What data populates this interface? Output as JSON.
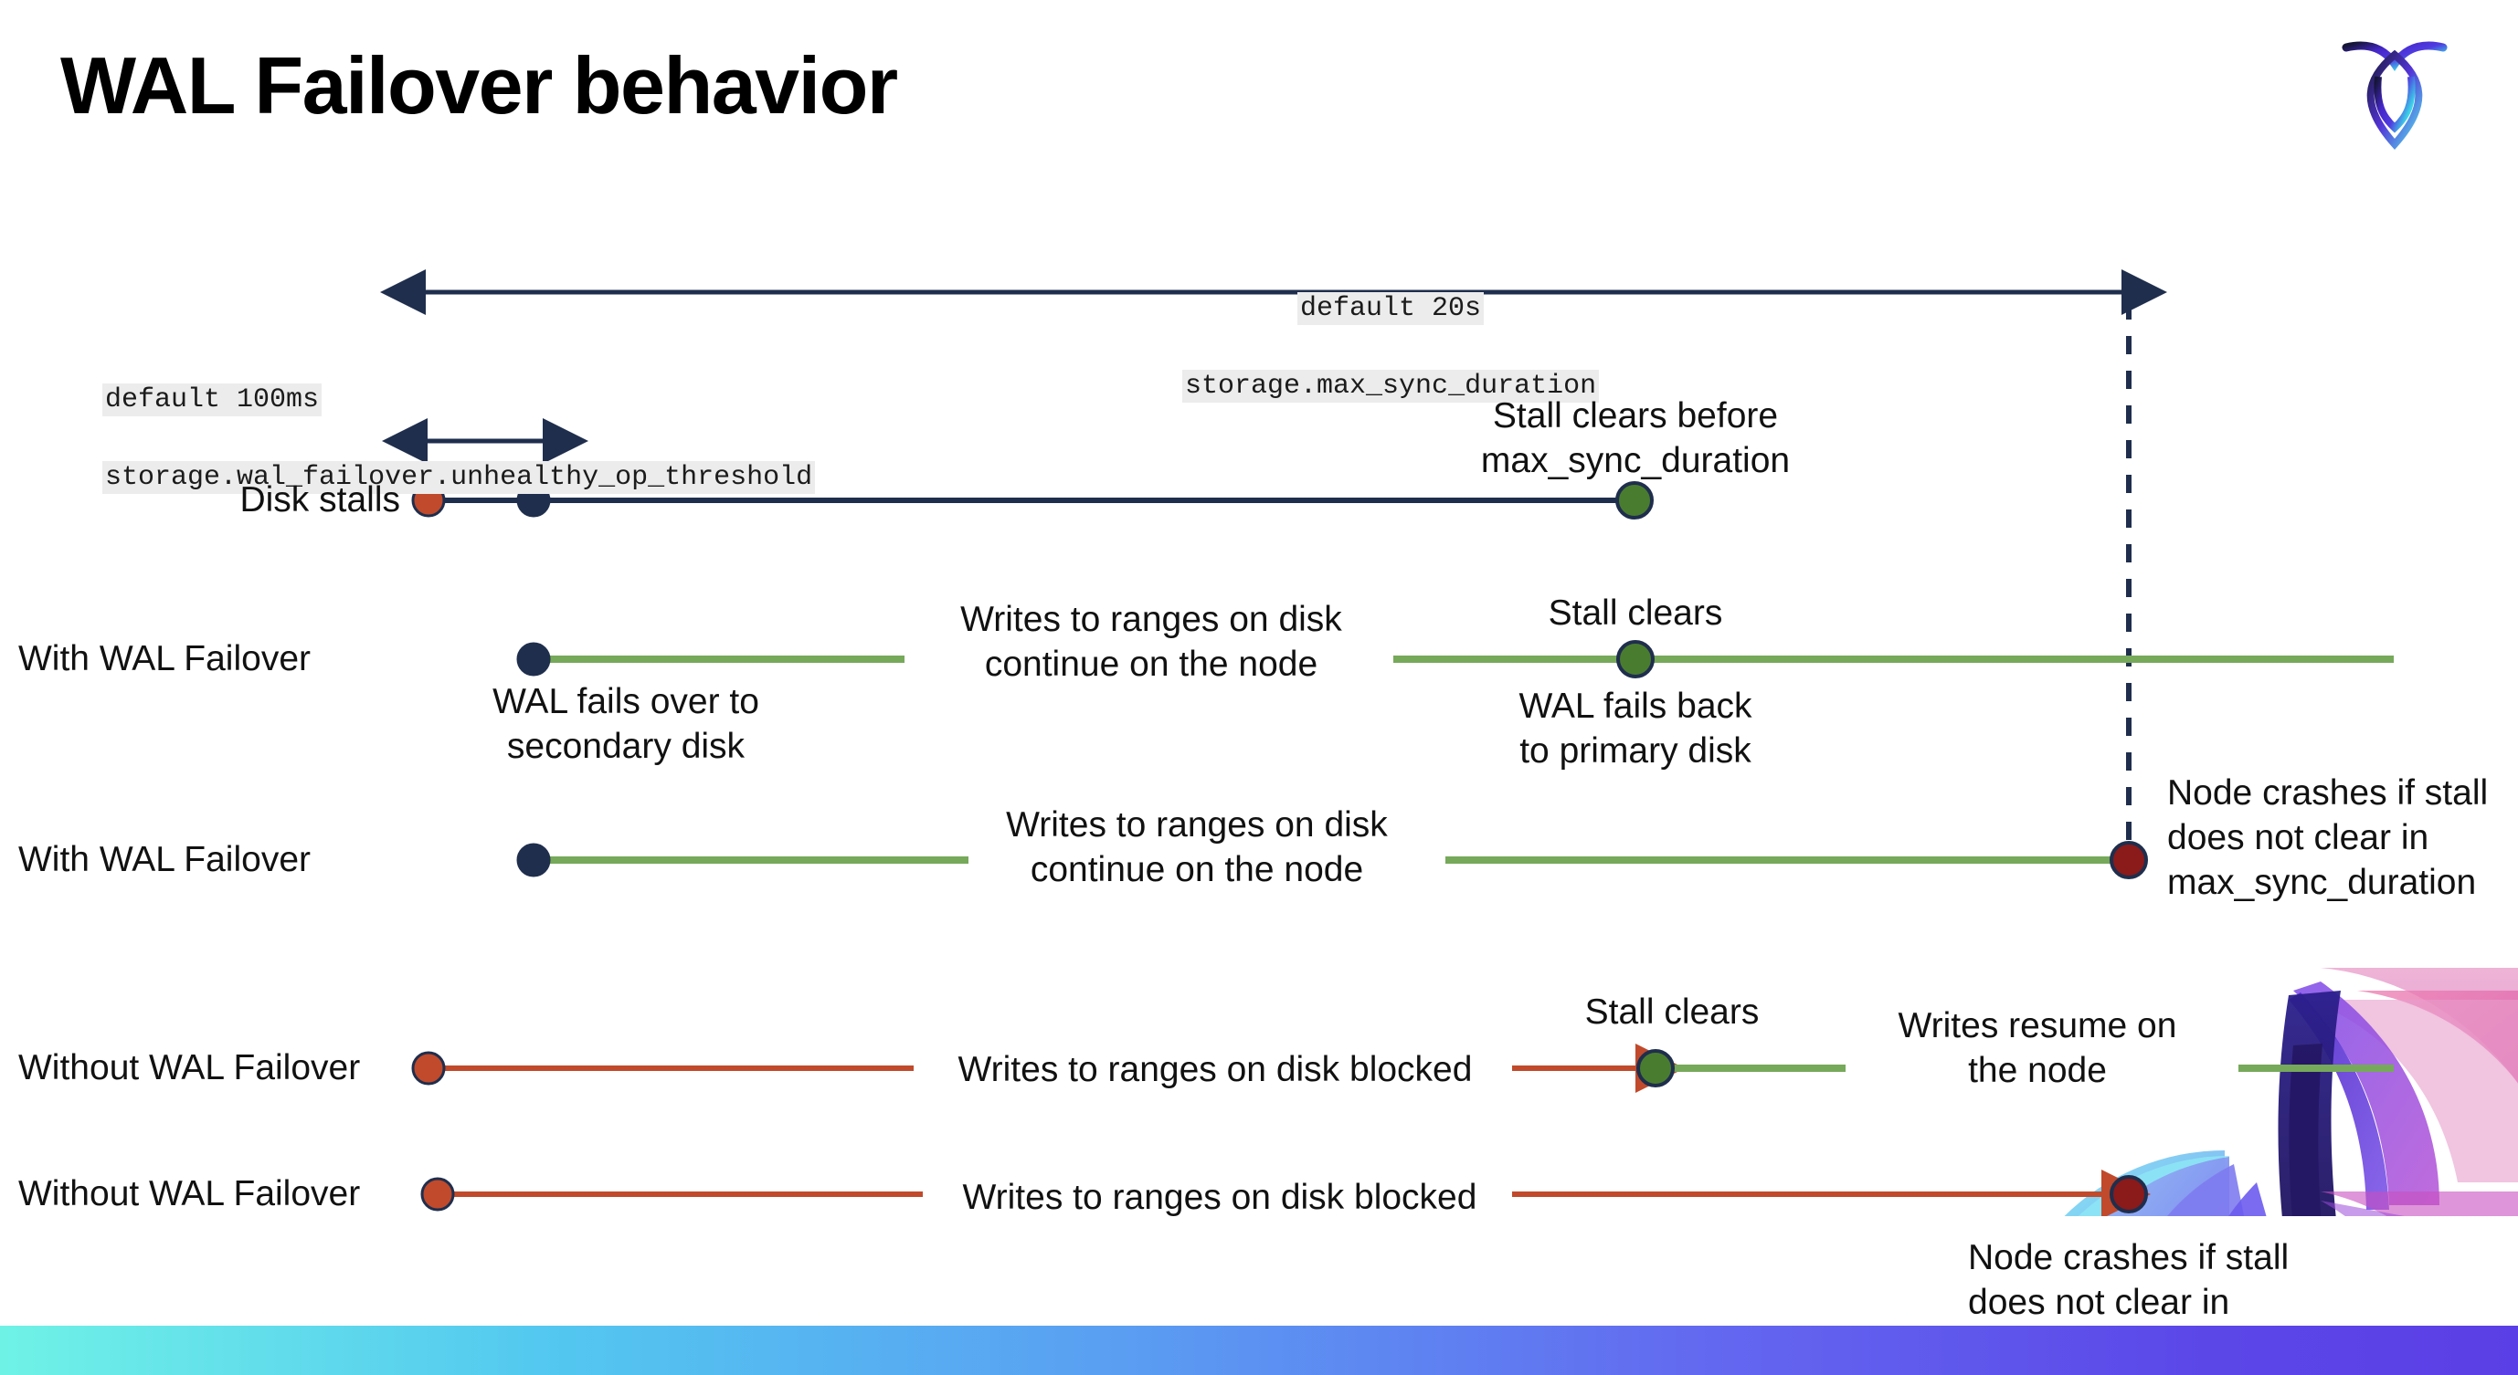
{
  "slide": {
    "title": "WAL Failover behavior",
    "logo_name": "cockroachdb-logo",
    "background": "#ffffff"
  },
  "colors": {
    "navy": "#1F2E4D",
    "green_line": "#76A95A",
    "green_dot": "#4A7C2F",
    "orange": "#C04A2B",
    "dark_red": "#8B1A1A",
    "chip_bg": "#ececec",
    "bar_start": "#6FF2E6",
    "bar_end": "#5B3FE6"
  },
  "annotations": {
    "max_sync": {
      "line1": "default 20s",
      "line2": "storage.max_sync_duration"
    },
    "unhealthy_op": {
      "line1": "default 100ms",
      "line2": "storage.wal_failover.unhealthy_op_threshold"
    }
  },
  "rows": [
    {
      "id": "disk-stalls",
      "label": "Disk stalls",
      "note_above": "Stall clears before\nmax_sync_duration"
    },
    {
      "id": "with-wal-failover-1",
      "label": "With WAL Failover",
      "note_mid": "Writes to ranges on disk\ncontinue on the node",
      "note_start": "WAL fails over to\nsecondary disk",
      "note_clear_above": "Stall clears",
      "note_clear_below": "WAL fails  back\nto primary disk"
    },
    {
      "id": "with-wal-failover-2",
      "label": "With WAL Failover",
      "note_mid": "Writes to ranges on disk\ncontinue on the node",
      "note_end": "Node crashes if stall\ndoes not clear in\nmax_sync_duration"
    },
    {
      "id": "without-wal-failover-1",
      "label": "Without WAL Failover",
      "note_mid": "Writes to ranges on disk  blocked",
      "note_clear_above": "Stall clears",
      "note_resume": "Writes resume on\nthe node"
    },
    {
      "id": "without-wal-failover-2",
      "label": "Without WAL Failover",
      "note_mid": "Writes to ranges on disk  blocked",
      "note_end": "Node crashes if stall\ndoes not clear in\nmax_sync_duration"
    }
  ]
}
